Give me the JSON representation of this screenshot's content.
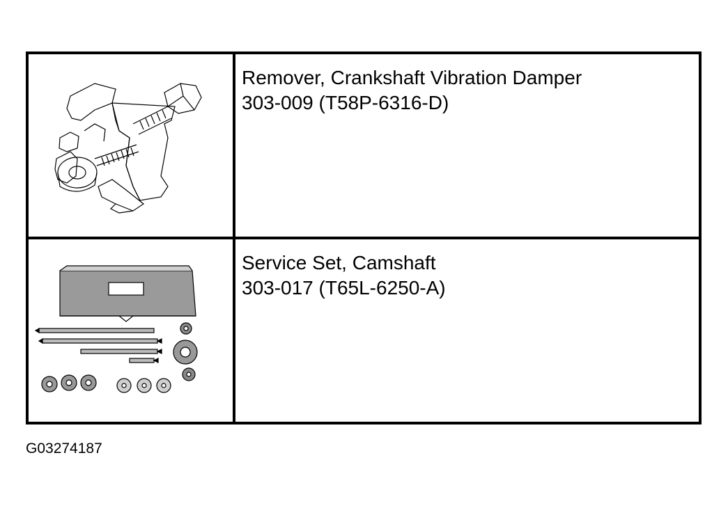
{
  "tools": [
    {
      "name": "Remover, Crankshaft Vibration Damper",
      "number": "303-009 (T58P-6316-D)",
      "illustration": "damper-remover-illustration"
    },
    {
      "name": "Service Set, Camshaft",
      "number": "303-017 (T65L-6250-A)",
      "illustration": "camshaft-service-set-illustration"
    }
  ],
  "figure_id": "G03274187",
  "colors": {
    "line": "#000000",
    "background": "#ffffff",
    "shade": "#888888"
  }
}
